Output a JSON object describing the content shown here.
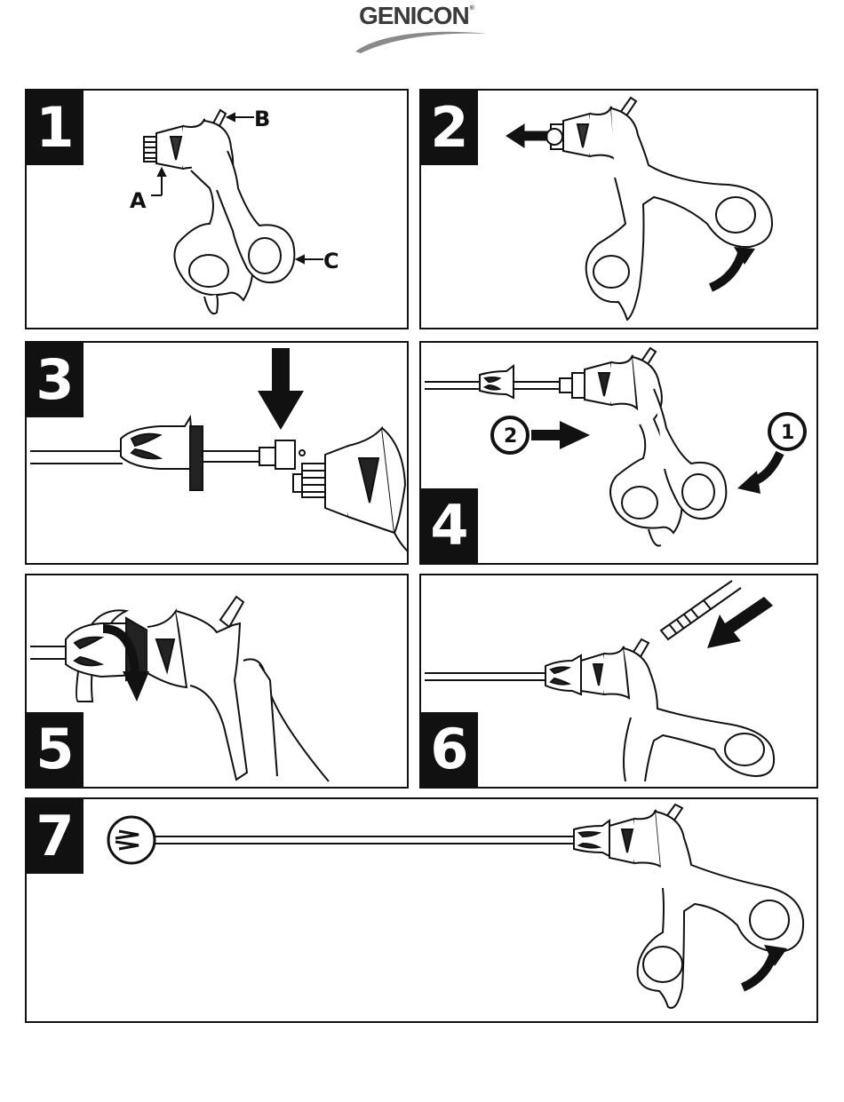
{
  "brand": {
    "logo_text": "GENICON",
    "registered": "®"
  },
  "panels": [
    {
      "step": "1",
      "labels": {
        "a": "A",
        "b": "B",
        "c": "C"
      }
    },
    {
      "step": "2"
    },
    {
      "step": "3"
    },
    {
      "step": "4",
      "callouts": {
        "first": "1",
        "second": "2"
      }
    },
    {
      "step": "5"
    },
    {
      "step": "6"
    },
    {
      "step": "7"
    }
  ]
}
